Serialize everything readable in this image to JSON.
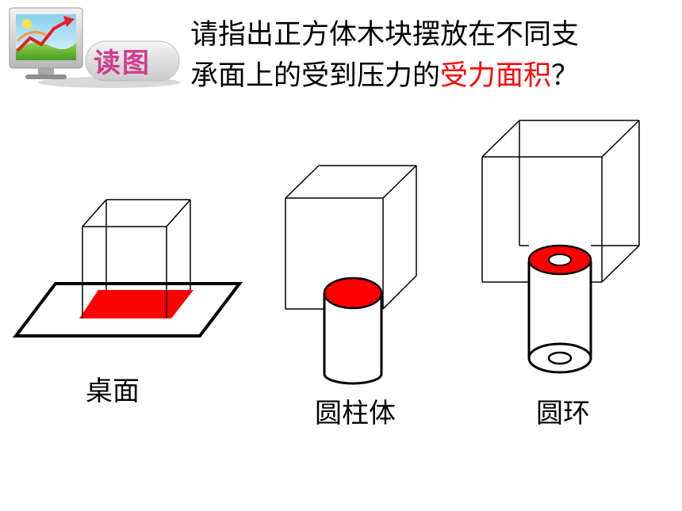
{
  "header": {
    "logo_label": "读图",
    "question_line1": "请指出正方体木块摆放在不同支",
    "question_line2_prefix": "承面上的受到压力的",
    "question_line2_highlight": "受力面积",
    "question_line2_suffix": "？"
  },
  "captions": {
    "table": "桌面",
    "cylinder": "圆柱体",
    "ring": "圆环"
  },
  "colors": {
    "highlight": "#ff0000",
    "logo_text": "#d23c8e",
    "line": "#000000"
  }
}
